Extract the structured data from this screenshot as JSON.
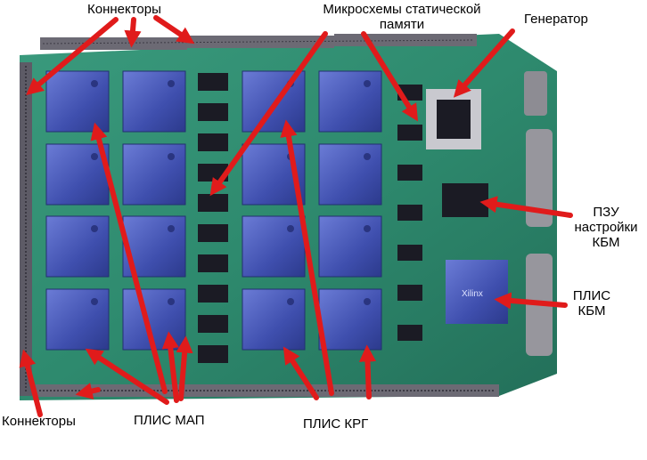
{
  "labels": {
    "connectors": "Коннекторы",
    "sram_line1": "Микросхемы статической",
    "sram_line2": "памяти",
    "generator": "Генератор",
    "pzu_line1": "ПЗУ",
    "pzu_line2": "настройки",
    "pzu_line3": "КБМ",
    "plis_kbm_line1": "ПЛИС",
    "plis_kbm_line2": "КБМ",
    "plis_map": "ПЛИС МАП",
    "plis_krg": "ПЛИС КРГ"
  },
  "colors": {
    "background": "#ffffff",
    "pcb": "#2e8a6e",
    "pcb_dark": "#1f6b56",
    "fpga": "#3a4aa8",
    "fpga_light": "#5b6cc9",
    "chip": "#1b1b24",
    "connector": "#6c6a74",
    "arrow": "#e01b1b",
    "label_text": "#000000"
  },
  "chip_marking": "Xilinx"
}
